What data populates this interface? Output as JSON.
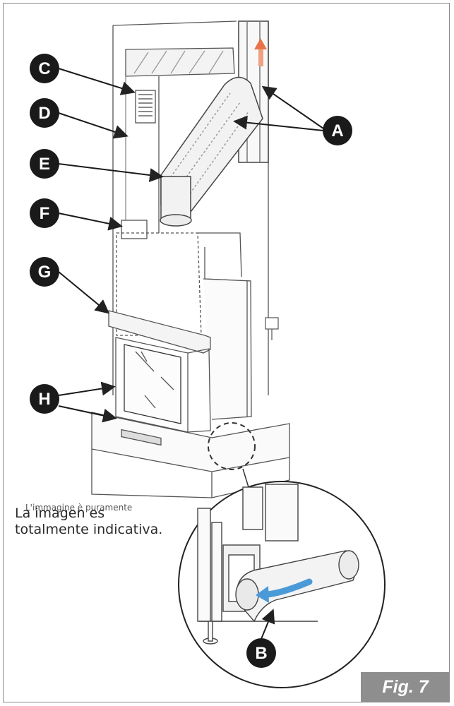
{
  "callouts": {
    "A": "A",
    "B": "B",
    "C": "C",
    "D": "D",
    "E": "E",
    "F": "F",
    "G": "G",
    "H": "H"
  },
  "note": {
    "ghost": "L'immagine è puramente",
    "line1": "La imagen es",
    "line2": "totalmente indicativa."
  },
  "figure_label": "Fig. 7",
  "colors": {
    "callout_fill": "#1a1a1a",
    "line": "#333333",
    "up_arrow": "#e8734a",
    "flow_arrow": "#4a9ad8",
    "label_bg": "#8e8e8e"
  }
}
